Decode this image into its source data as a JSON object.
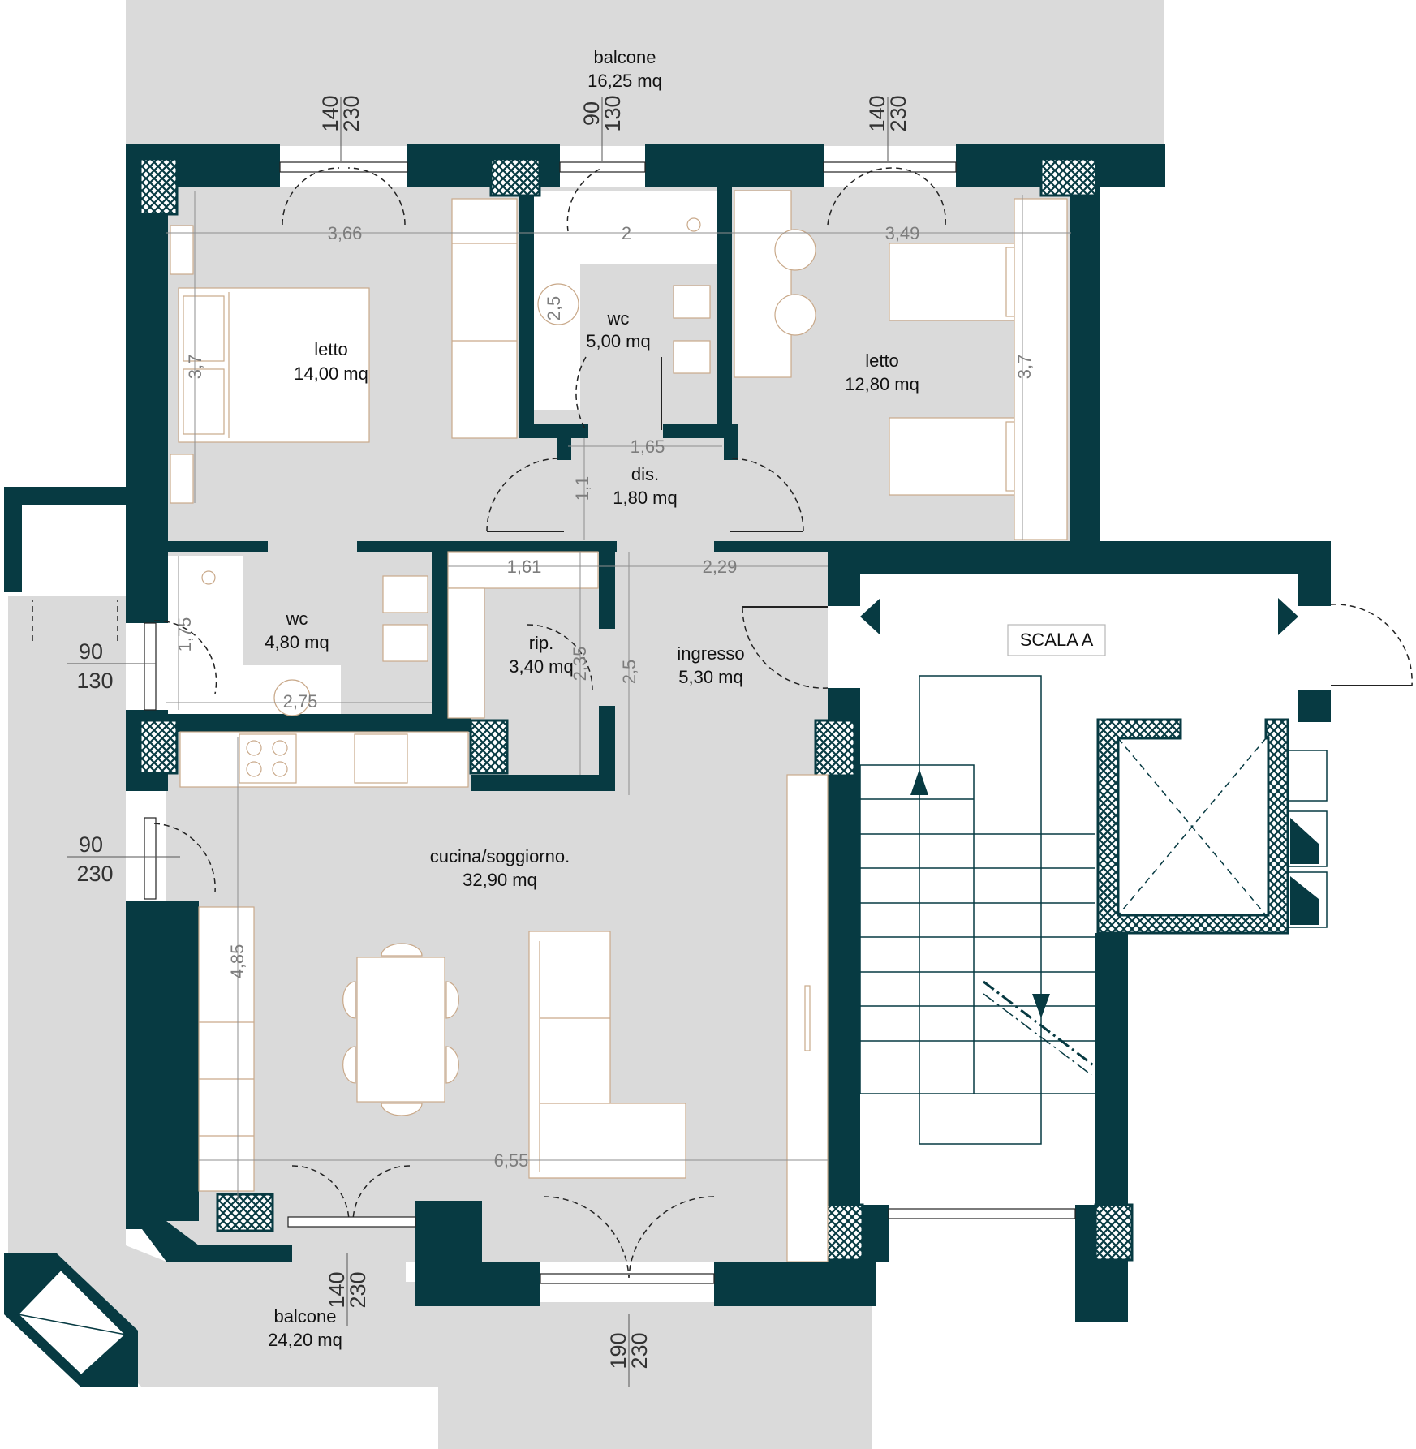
{
  "plan": {
    "rooms": [
      {
        "id": "balcone-top",
        "name": "balcone",
        "area": "16,25 mq"
      },
      {
        "id": "letto-left",
        "name": "letto",
        "area": "14,00 mq"
      },
      {
        "id": "wc-top",
        "name": "wc",
        "area": "5,00 mq"
      },
      {
        "id": "letto-right",
        "name": "letto",
        "area": "12,80 mq"
      },
      {
        "id": "dis",
        "name": "dis.",
        "area": "1,80 mq"
      },
      {
        "id": "wc-left",
        "name": "wc",
        "area": "4,80 mq"
      },
      {
        "id": "rip",
        "name": "rip.",
        "area": "3,40 mq"
      },
      {
        "id": "ingresso",
        "name": "ingresso",
        "area": "5,30 mq"
      },
      {
        "id": "cucina",
        "name": "cucina/soggiorno.",
        "area": "32,90 mq"
      },
      {
        "id": "balcone-bottom",
        "name": "balcone",
        "area": "24,20 mq"
      }
    ],
    "stair_label": "SCALA A",
    "dimensions": [
      "3,66",
      "2",
      "3,49",
      "2,5",
      "3,7",
      "3,7",
      "1,65",
      "1,1",
      "1,61",
      "2,29",
      "1,75",
      "2,75",
      "2,35",
      "2,5",
      "4,85",
      "6,55"
    ],
    "windows": [
      {
        "w": "140",
        "h": "230"
      },
      {
        "w": "90",
        "h": "130"
      },
      {
        "w": "140",
        "h": "230"
      },
      {
        "w": "90",
        "h": "130"
      },
      {
        "w": "90",
        "h": "230"
      },
      {
        "w": "140",
        "h": "230"
      },
      {
        "w": "190",
        "h": "230"
      }
    ]
  },
  "colors": {
    "wall": "#073a42",
    "floor": "#dadada",
    "furniture_stroke": "#c9a98a"
  }
}
